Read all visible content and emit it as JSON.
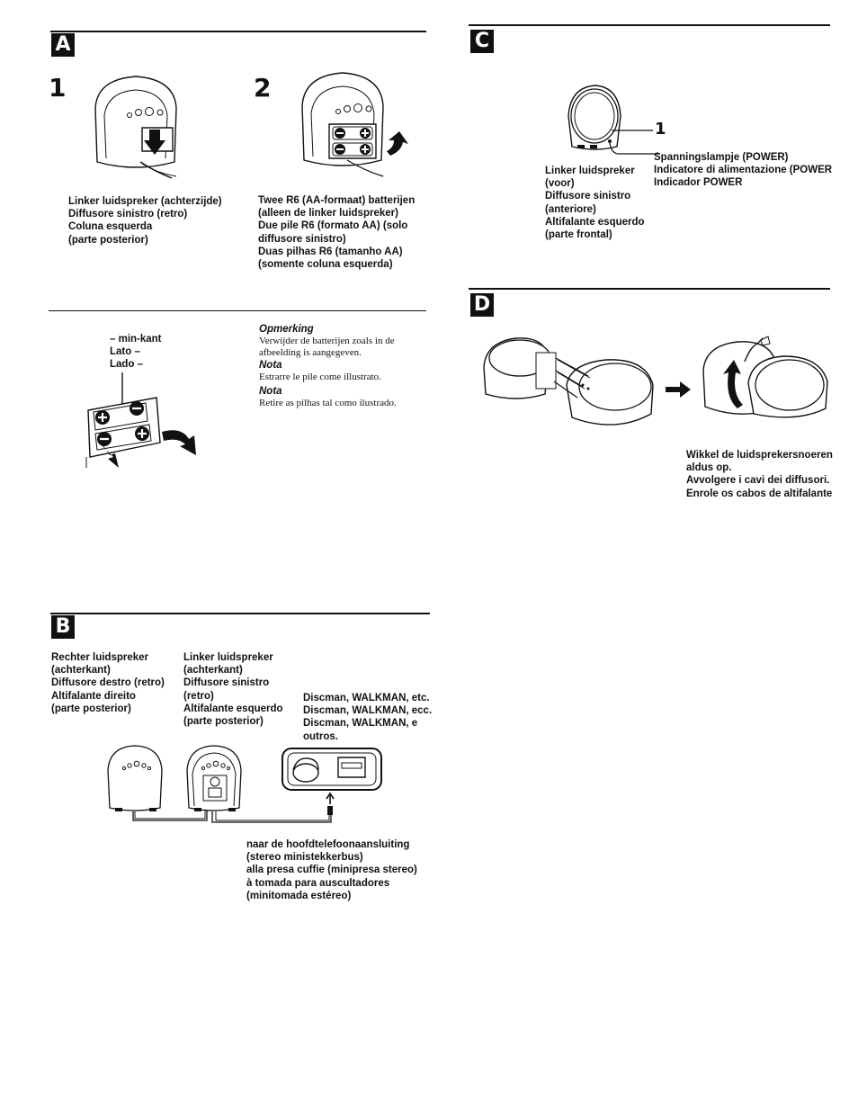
{
  "sections": {
    "a": "A",
    "b": "B",
    "c": "C",
    "d": "D"
  },
  "section_a": {
    "step1": {
      "number": "1",
      "caption": [
        "Linker luidspreker (achterzijde)",
        "Diffusore sinistro (retro)",
        "Coluna esquerda",
        "(parte posterior)"
      ]
    },
    "step2": {
      "number": "2",
      "caption": [
        "Twee R6 (AA-formaat) batterijen",
        "(alleen de linker luidspreker)",
        "Due pile R6 (formato AA) (solo",
        "diffusore sinistro)",
        "Duas pilhas R6 (tamanho AA)",
        "(somente coluna esquerda)"
      ]
    },
    "minus_side": [
      "– min-kant",
      "Lato –",
      "Lado –"
    ],
    "notes": [
      {
        "heading": "Opmerking",
        "body": [
          "Verwijder de batterijen zoals in de",
          "afbeelding is aangegeven."
        ]
      },
      {
        "heading": "Nota",
        "body": [
          "Estrarre le pile come illustrato."
        ]
      },
      {
        "heading": "Nota",
        "body": [
          "Retire as pilhas tal como ilustrado."
        ]
      }
    ]
  },
  "section_b": {
    "right_speaker": [
      "Rechter luidspreker",
      "(achterkant)",
      "Diffusore destro (retro)",
      "Altifalante direito",
      "(parte posterior)"
    ],
    "left_speaker": [
      "Linker luidspreker",
      "(achterkant)",
      "Diffusore sinistro",
      "(retro)",
      "Altifalante esquerdo",
      "(parte posterior)"
    ],
    "player": [
      "Discman, WALKMAN, etc.",
      "Discman, WALKMAN, ecc.",
      "Discman, WALKMAN, e",
      "outros."
    ],
    "headphone_jack": [
      "naar de hoofdtelefoonaansluiting",
      "(stereo ministekkerbus)",
      "alla presa cuffie (minipresa stereo)",
      "à tomada para auscultadores",
      "(minitomada estéreo)"
    ]
  },
  "section_c": {
    "callout_number": "1",
    "power_indicator": [
      "Spanningslampje (POWER)",
      "Indicatore di alimentazione (POWER",
      "Indicador POWER"
    ],
    "left_speaker_front": [
      "Linker luidspreker",
      "(voor)",
      "Diffusore sinistro",
      "(anteriore)",
      "Altifalante esquerdo",
      "(parte frontal)"
    ]
  },
  "section_d": {
    "caption": [
      "Wikkel de luidsprekersnoeren",
      "aldus op.",
      "Avvolgere i cavi dei diffusori.",
      "Enrole os cabos de altifalante"
    ]
  }
}
